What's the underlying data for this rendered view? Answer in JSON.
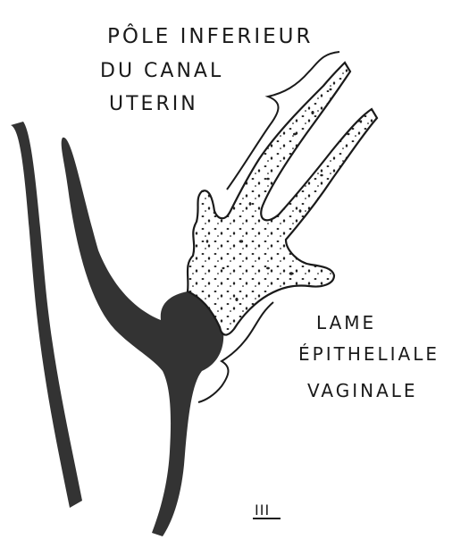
{
  "labels": {
    "upper": [
      "PÔLE INFERIEUR",
      "DU CANAL",
      "UTERIN"
    ],
    "lower": [
      "LAME",
      "ÉPITHELIALE",
      "VAGINALE"
    ],
    "figure_number": "III"
  },
  "colors": {
    "ink": "#1a1a1a",
    "tissue": "#333333",
    "dots": "#222222",
    "paper": "#ffffff"
  }
}
